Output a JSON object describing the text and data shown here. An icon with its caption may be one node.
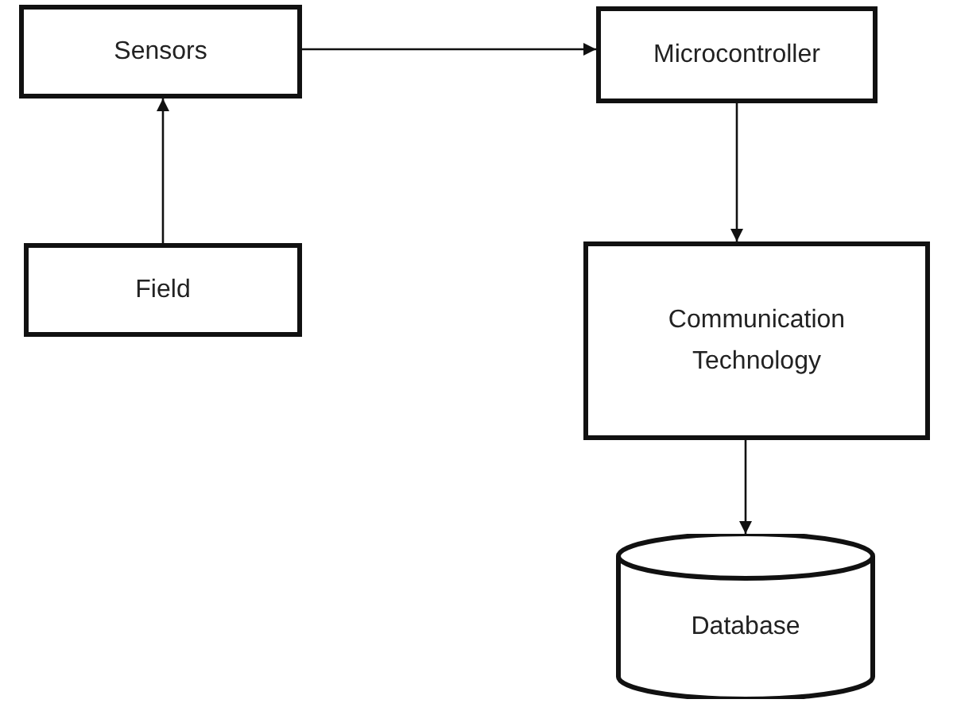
{
  "diagram": {
    "nodes": [
      {
        "text": [
          "Sensors"
        ]
      },
      {
        "text": [
          "Microcontroller"
        ]
      },
      {
        "text": [
          "Field"
        ]
      },
      {
        "text": [
          "Communication Technology"
        ]
      },
      {
        "text": [
          "Database"
        ]
      }
    ],
    "edges": [
      {
        "from": 0,
        "to": 1,
        "arrow": "to"
      },
      {
        "from": 2,
        "to": 0,
        "arrow": "to"
      },
      {
        "from": 1,
        "to": 3,
        "arrow": "to"
      },
      {
        "from": 3,
        "to": 4,
        "arrow": "to"
      }
    ]
  }
}
